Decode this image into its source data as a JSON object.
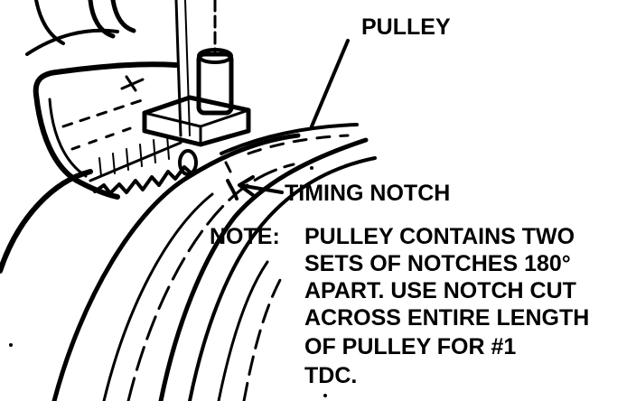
{
  "labels": {
    "pulley": "PULLEY",
    "timing_notch": "TIMING NOTCH",
    "note_prefix": "NOTE:",
    "note_lines": [
      "PULLEY CONTAINS TWO",
      "SETS OF NOTCHES 180°",
      "APART. USE NOTCH CUT",
      "ACROSS ENTIRE LENGTH",
      "OF PULLEY FOR #1",
      "TDC."
    ]
  },
  "colors": {
    "ink": "#000000",
    "paper": "#ffffff"
  }
}
